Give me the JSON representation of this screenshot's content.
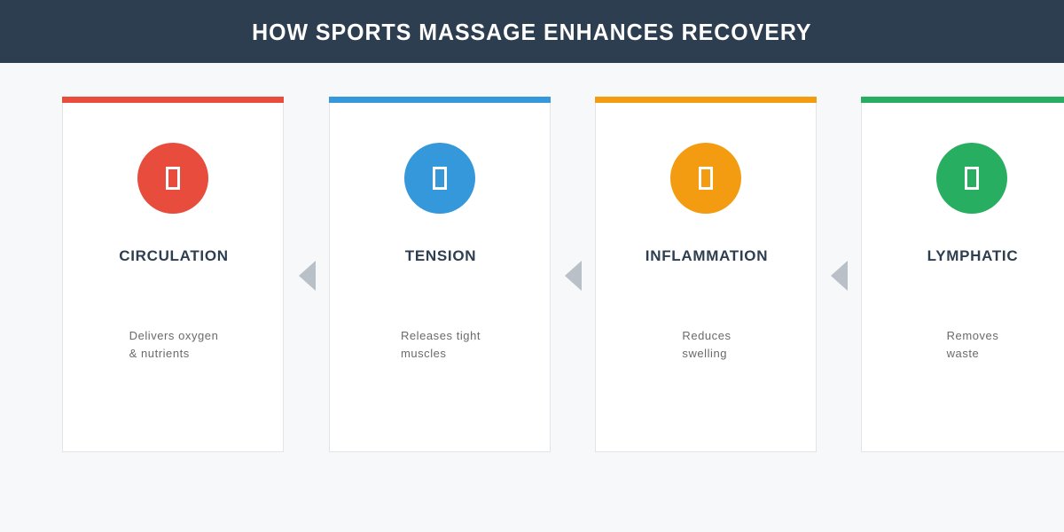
{
  "header": {
    "title": "HOW SPORTS MASSAGE ENHANCES RECOVERY",
    "background_color": "#2d3e50",
    "text_color": "#ffffff"
  },
  "page": {
    "background_color": "#f7f8fa"
  },
  "arrows": {
    "icon": "triangle-left-icon",
    "color": "#b9c0c7",
    "direction": "left",
    "count": 3
  },
  "cards": [
    {
      "title": "CIRCULATION",
      "description": "Delivers oxygen\n& nutrients",
      "accent_color": "#e74c3c",
      "icon": "tofu-glyph-icon"
    },
    {
      "title": "TENSION",
      "description": "Releases tight\nmuscles",
      "accent_color": "#3498db",
      "icon": "tofu-glyph-icon"
    },
    {
      "title": "INFLAMMATION",
      "description": "Reduces\nswelling",
      "accent_color": "#f39c12",
      "icon": "tofu-glyph-icon"
    },
    {
      "title": "LYMPHATIC",
      "description": "Removes\nwaste",
      "accent_color": "#27ae60",
      "icon": "tofu-glyph-icon"
    }
  ]
}
